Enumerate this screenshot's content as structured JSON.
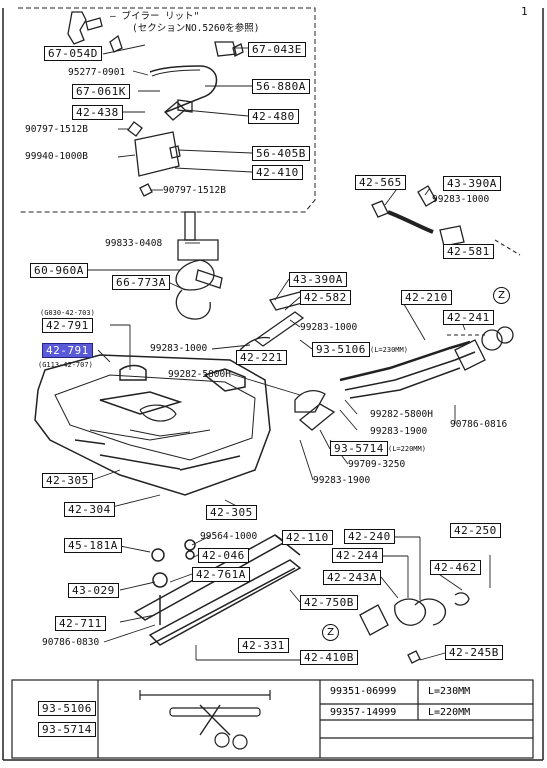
{
  "corner_mark": "1",
  "note_line1": "— ブイラー リット\"",
  "note_line2": "(セクションNO.5260を参照)",
  "ref_marker": "Z",
  "parts": {
    "p67_054d": "67-054D",
    "p67_043e": "67-043E",
    "p95277": "95277-0901",
    "p56_880a": "56-880A",
    "p67_061k": "67-061K",
    "p42_438": "42-438",
    "p42_480": "42-480",
    "p90797_a": "90797-1512B",
    "p99940": "99940-1000B",
    "p56_405b": "56-405B",
    "p42_410": "42-410",
    "p90797_b": "90797-1512B",
    "p42_565": "42-565",
    "p43_390a_top": "43-390A",
    "p99283_top": "99283-1000",
    "p42_581": "42-581",
    "p99833": "99833-0408",
    "p60_960a": "60-960A",
    "p66_773a": "66-773A",
    "p43_390a_mid": "43-390A",
    "p42_582": "42-582",
    "p42_210": "42-210",
    "p42_241": "42-241",
    "p99283_a": "99283-1000",
    "p99283_b": "99283-1000",
    "p93_5106": "93-5106",
    "p93_5106_note": "(L=230MM)",
    "p42_221": "42-221",
    "p99282_5800h_a": "99282-5800H",
    "p99282_5800h_b": "99282-5800H",
    "p99283_1900_a": "99283-1900",
    "p93_5714": "93-5714",
    "p93_5714_note": "(L=220MM)",
    "p99709": "99709-3250",
    "p99283_1900_b": "99283-1900",
    "p90786_0816": "90786-0816",
    "p42_791_note_top": "(G030-42-703)",
    "p42_791_a": "42-791",
    "p42_791_b": "42-791",
    "p42_791_note_bot": "(G113-42-707)",
    "p42_305_a": "42-305",
    "p42_304": "42-304",
    "p42_305_b": "42-305",
    "p99564": "99564-1000",
    "p42_110": "42-110",
    "p45_181a": "45-181A",
    "p42_046": "42-046",
    "p42_761a": "42-761A",
    "p43_029": "43-029",
    "p42_711": "42-711",
    "p90786_0830": "90786-0830",
    "p42_240": "42-240",
    "p42_250": "42-250",
    "p42_244": "42-244",
    "p42_462": "42-462",
    "p42_243a": "42-243A",
    "p42_750b": "42-750B",
    "p42_331": "42-331",
    "p42_410b": "42-410B",
    "p42_245b": "42-245B"
  },
  "table": {
    "left_codes": [
      "93-5106",
      "93-5714"
    ],
    "rows": [
      {
        "part": "99351-06999",
        "length": "L=230MM"
      },
      {
        "part": "99357-14999",
        "length": "L=220MM"
      }
    ]
  }
}
